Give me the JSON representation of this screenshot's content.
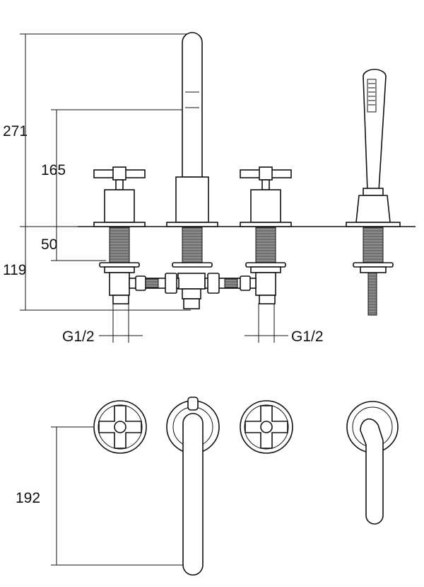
{
  "dimensions": {
    "total_height": "271",
    "spout_height": "165",
    "plate_to_nut": "50",
    "below_deck": "119",
    "thread_left": "G1/2",
    "thread_right": "G1/2",
    "top_view_depth": "192"
  },
  "colors": {
    "line": "#111111",
    "thread_fill": "#7a7a7a",
    "background": "#ffffff"
  }
}
